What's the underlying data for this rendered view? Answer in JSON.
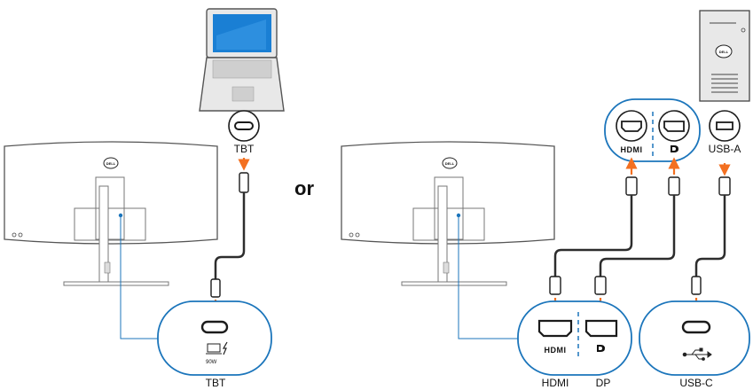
{
  "connector_word": "or",
  "labels": {
    "laptop_port": "TBT",
    "monitor_port_left": "TBT",
    "desktop_hdmi_logo": "HDMI",
    "desktop_usba": "USB-A",
    "monitor_hdmi": "HDMI",
    "monitor_dp": "DP",
    "monitor_usbc": "USB-C",
    "power_rating": "90W",
    "brand": "DELL"
  },
  "colors": {
    "arrow": "#f37021",
    "outline": "#1b75bb",
    "cable": "#2d2d2d",
    "device_fill": "#e8e8e8",
    "screen": "#1a7fd4"
  },
  "icons": [
    "laptop-icon",
    "desktop-tower-icon",
    "monitor-icon",
    "usb-c-port-icon",
    "hdmi-port-icon",
    "displayport-port-icon",
    "usb-a-port-icon",
    "usb-symbol-icon",
    "power-delivery-icon",
    "displayport-logo-icon"
  ]
}
